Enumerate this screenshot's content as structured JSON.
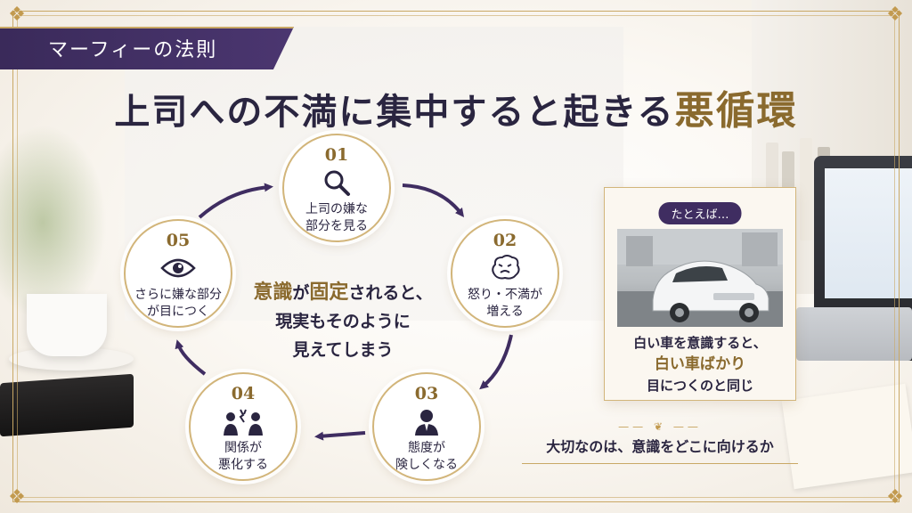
{
  "ribbon": {
    "label": "マーフィーの法則"
  },
  "title": {
    "main": "上司への不満に集中すると起きる",
    "accent": "悪循環"
  },
  "cycle": {
    "nodes": [
      {
        "num": "01",
        "text": "上司の嫌な\n部分を見る",
        "icon": "magnifier-icon"
      },
      {
        "num": "02",
        "text": "怒り・不満が\n増える",
        "icon": "angry-face-icon"
      },
      {
        "num": "03",
        "text": "態度が\n険しくなる",
        "icon": "person-icon"
      },
      {
        "num": "04",
        "text": "関係が\n悪化する",
        "icon": "conflict-people-icon"
      },
      {
        "num": "05",
        "text": "さらに嫌な部分\nが目につく",
        "icon": "eye-icon"
      }
    ],
    "center": {
      "hl1": "意識",
      "mid1": "が",
      "hl2": "固定",
      "rest1": "されると、",
      "line2": "現実もそのように",
      "line3": "見えてしまう"
    }
  },
  "example_card": {
    "tag": "たとえば…",
    "line1": "白い車を意識すると、",
    "line2": "白い車ばかり",
    "line3": "目につくのと同じ"
  },
  "bottom_note": "大切なのは、意識をどこに向けるか",
  "colors": {
    "accent": "#8a6a2e",
    "purple": "#3f2d61",
    "gold": "#c9a865",
    "text": "#2a2540"
  }
}
